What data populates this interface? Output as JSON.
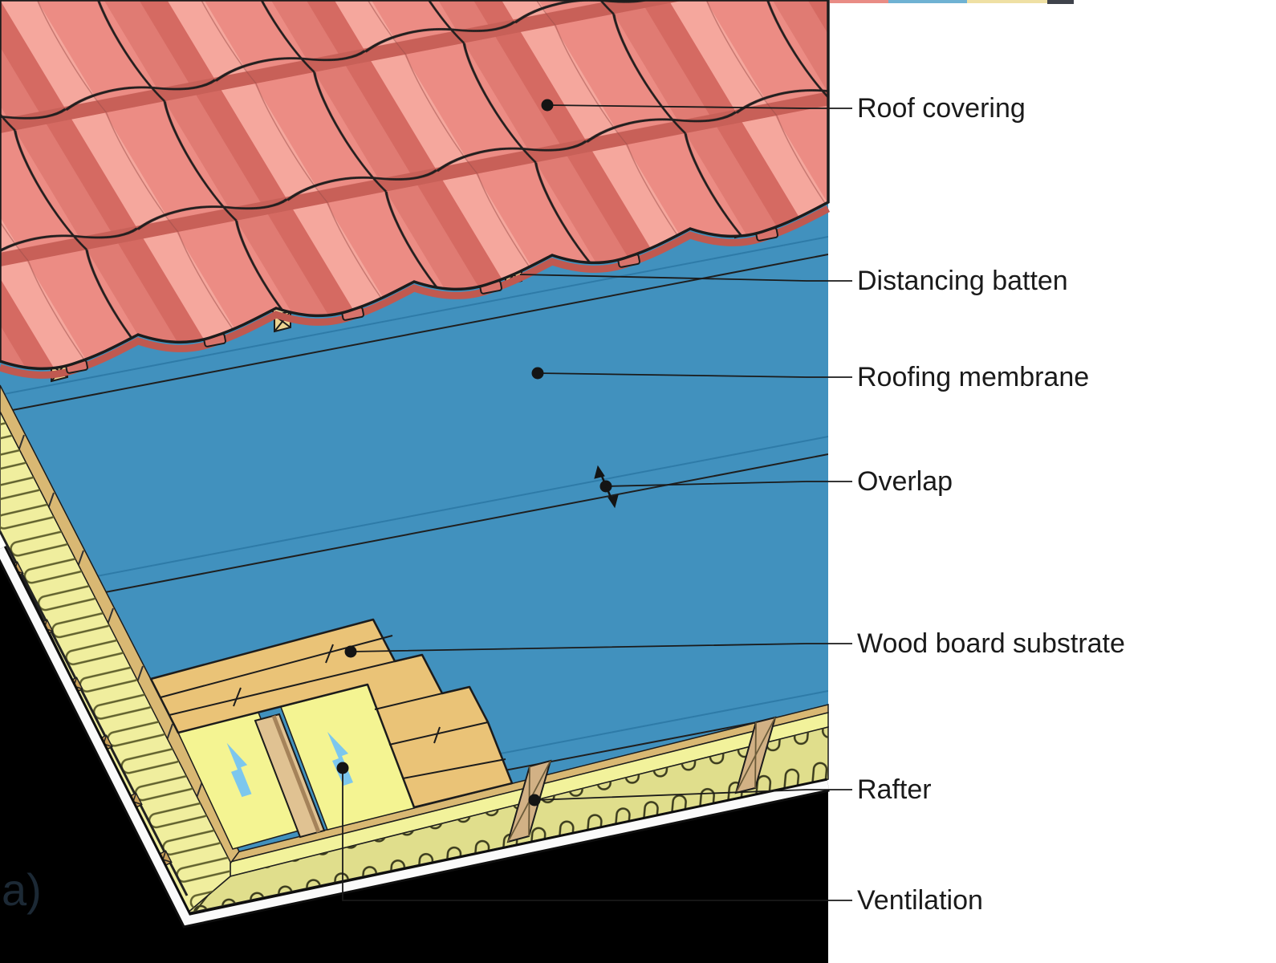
{
  "figure": {
    "panel_label": "a)",
    "labels": {
      "roof_covering": "Roof covering",
      "distancing_batten": "Distancing batten",
      "roofing_membrane": "Roofing membrane",
      "overlap": "Overlap",
      "wood_board_substrate": "Wood board substrate",
      "rafter": "Rafter",
      "ventilation": "Ventilation"
    },
    "icons": {
      "airflow_arrow": "airflow-arrow-icon",
      "overlap_extent_arrow": "double-headed-arrow-icon"
    },
    "colors": {
      "tile_red": "#ec8c84",
      "membrane_blue": "#4191be",
      "membrane_seam_blue": "#2e7ba8",
      "wood_board_tan": "#eac377",
      "ventilation_yellow": "#f4f492",
      "insulation_yellow": "#f0ee9e",
      "insulation_olive": "#e0de8c",
      "rafter_wood": "#d2b185",
      "airflow_arrow_blue": "#7cc7ee",
      "void_black": "#000000",
      "top_strip_red": "#e98c85",
      "top_strip_blue": "#6fb2d3",
      "top_strip_yellow": "#efe0a4",
      "top_strip_dark": "#3f434b"
    }
  }
}
